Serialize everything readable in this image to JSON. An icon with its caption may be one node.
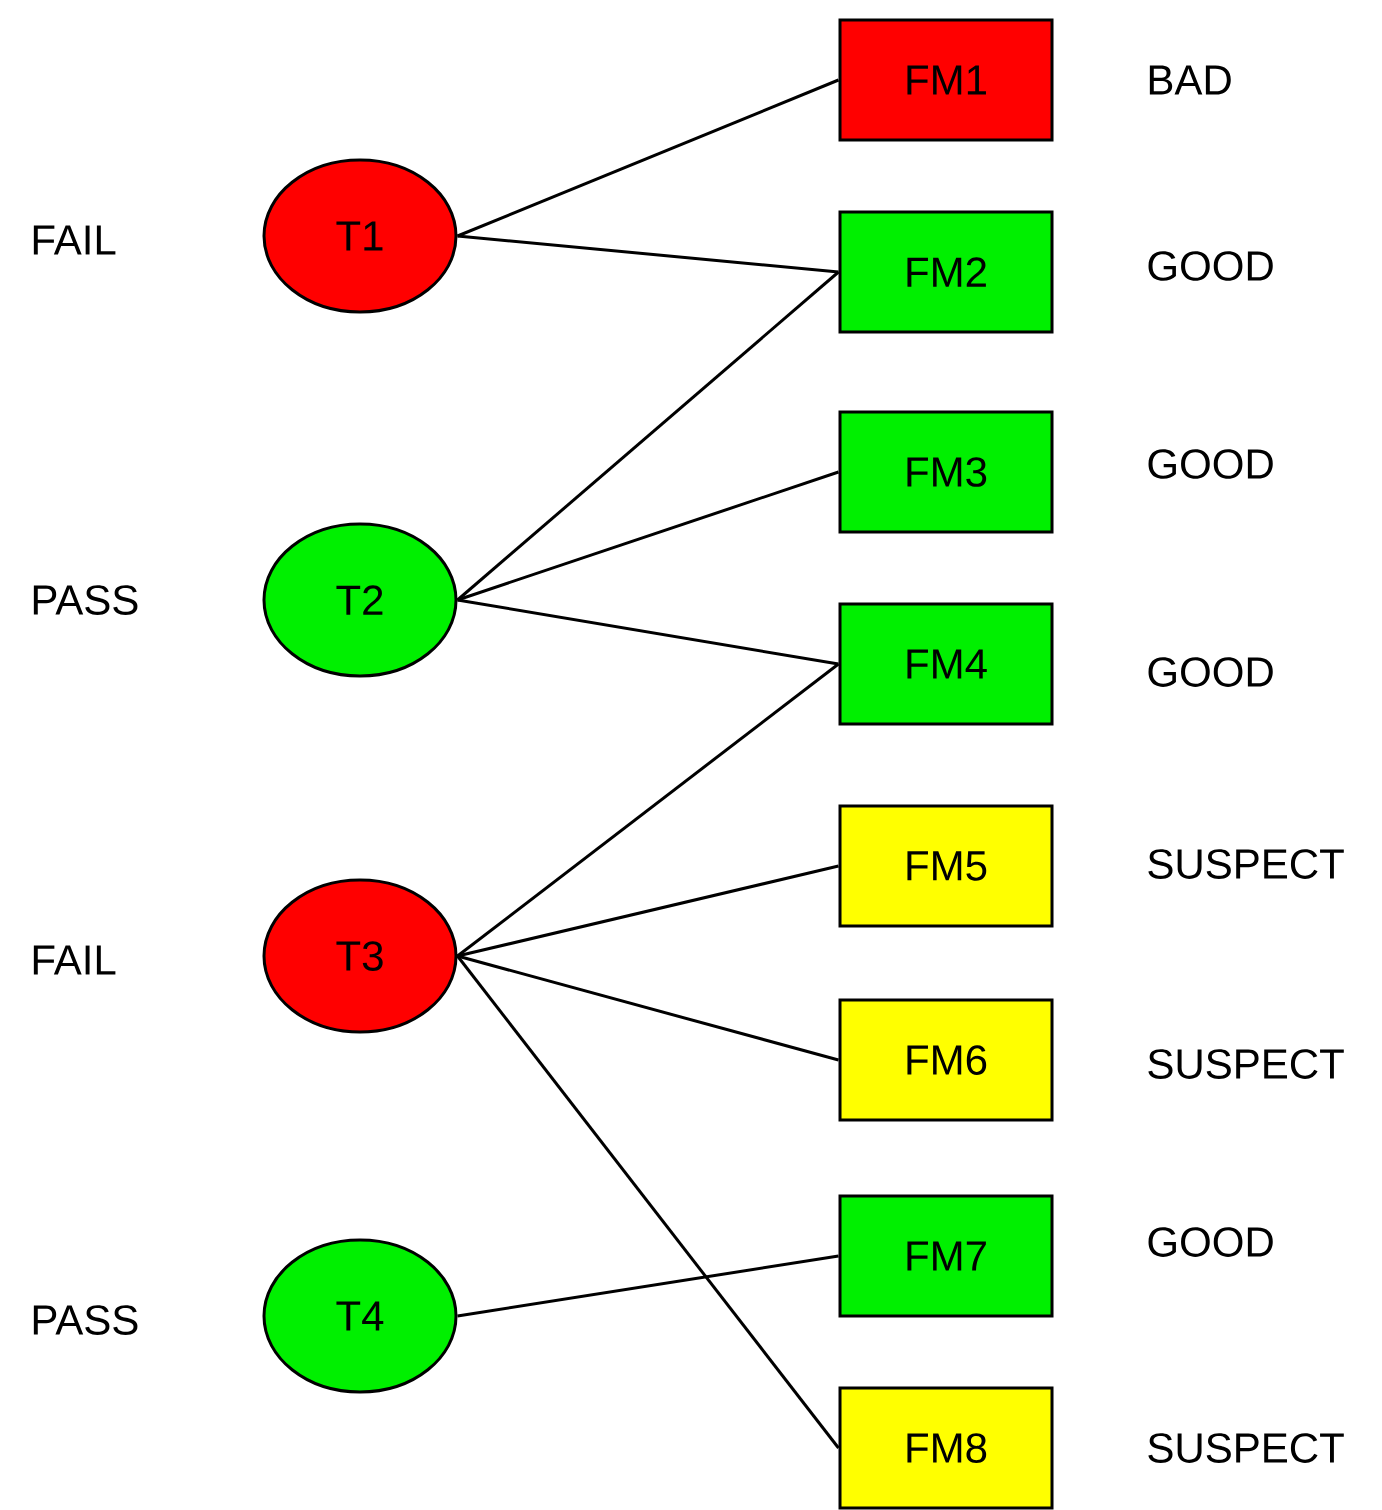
{
  "diagram": {
    "nodes": [
      {
        "text": [
          "T1"
        ],
        "beside": [
          "FAIL"
        ]
      },
      {
        "text": [
          "T2"
        ],
        "beside": [
          "PASS"
        ]
      },
      {
        "text": [
          "T3"
        ],
        "beside": [
          "FAIL"
        ]
      },
      {
        "text": [
          "T4"
        ],
        "beside": [
          "PASS"
        ]
      },
      {
        "text": [
          "FM1"
        ],
        "beside": [
          "BAD"
        ]
      },
      {
        "text": [
          "FM2"
        ],
        "beside": [
          "GOOD"
        ]
      },
      {
        "text": [
          "FM3"
        ],
        "beside": [
          "GOOD"
        ]
      },
      {
        "text": [
          "FM4"
        ],
        "beside": [
          "GOOD"
        ]
      },
      {
        "text": [
          "FM5"
        ],
        "beside": [
          "SUSPECT"
        ]
      },
      {
        "text": [
          "FM6"
        ],
        "beside": [
          "SUSPECT"
        ]
      },
      {
        "text": [
          "FM7"
        ],
        "beside": [
          "GOOD"
        ]
      },
      {
        "text": [
          "FM8"
        ],
        "beside": [
          "SUSPECT"
        ]
      }
    ],
    "edges": [
      {
        "from": 0,
        "to": 4,
        "arrow": "none"
      },
      {
        "from": 0,
        "to": 5,
        "arrow": "none"
      },
      {
        "from": 1,
        "to": 5,
        "arrow": "none"
      },
      {
        "from": 1,
        "to": 6,
        "arrow": "none"
      },
      {
        "from": 1,
        "to": 7,
        "arrow": "none"
      },
      {
        "from": 2,
        "to": 7,
        "arrow": "none"
      },
      {
        "from": 2,
        "to": 8,
        "arrow": "none"
      },
      {
        "from": 2,
        "to": 9,
        "arrow": "none"
      },
      {
        "from": 2,
        "to": 11,
        "arrow": "none"
      },
      {
        "from": 3,
        "to": 10,
        "arrow": "none"
      }
    ]
  }
}
